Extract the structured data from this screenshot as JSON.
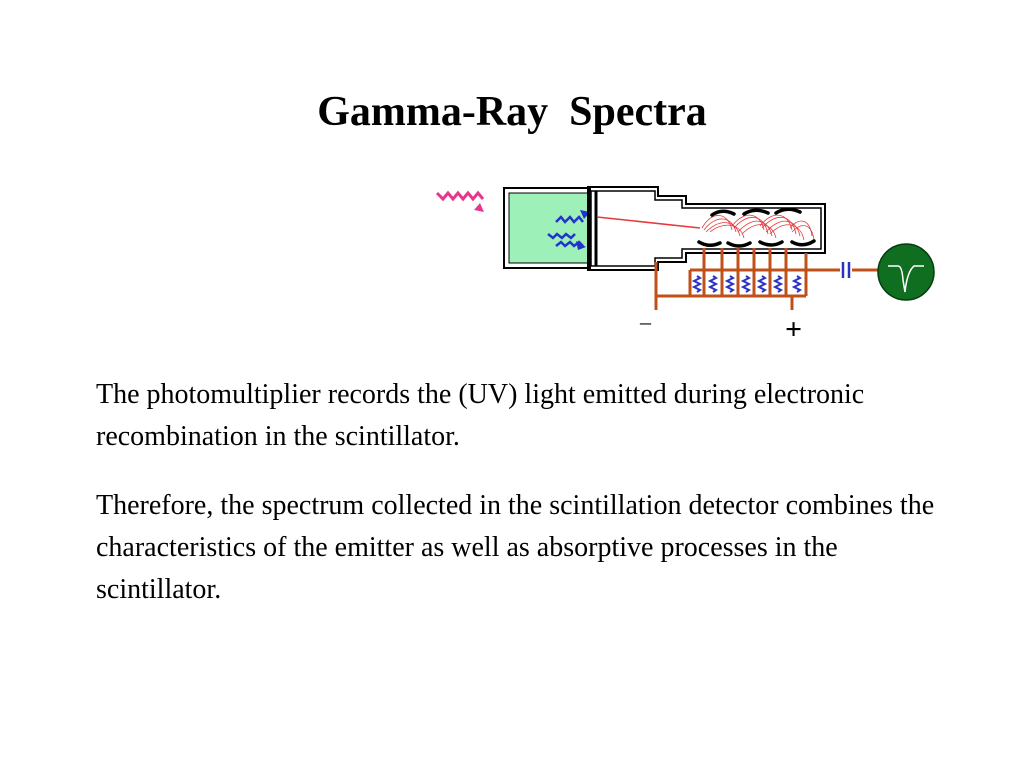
{
  "slide": {
    "title": "Gamma-Ray  Spectra",
    "paragraphs": [
      "The photomultiplier records the (UV) light emitted during electronic recombination in the scintillator.",
      "Therefore, the spectrum collected in the scintillation detector combines the characteristics of the emitter as well as absorptive processes in the scintillator."
    ]
  },
  "diagram": {
    "terminal_minus": "–",
    "terminal_plus": "+",
    "colors": {
      "gamma_ray": "#e8368f",
      "uv_photons": "#2233cc",
      "scintillator_fill": "#9df0b8",
      "electron_cascade": "#e8383a",
      "divider_wiring": "#c0501a",
      "resistors": "#2a33c8",
      "output_display": "#0f6e1f"
    },
    "icons": [
      "gamma-ray-wave-icon",
      "uv-photon-wave-icon",
      "capacitor-icon",
      "oscilloscope-pulse-icon"
    ]
  }
}
